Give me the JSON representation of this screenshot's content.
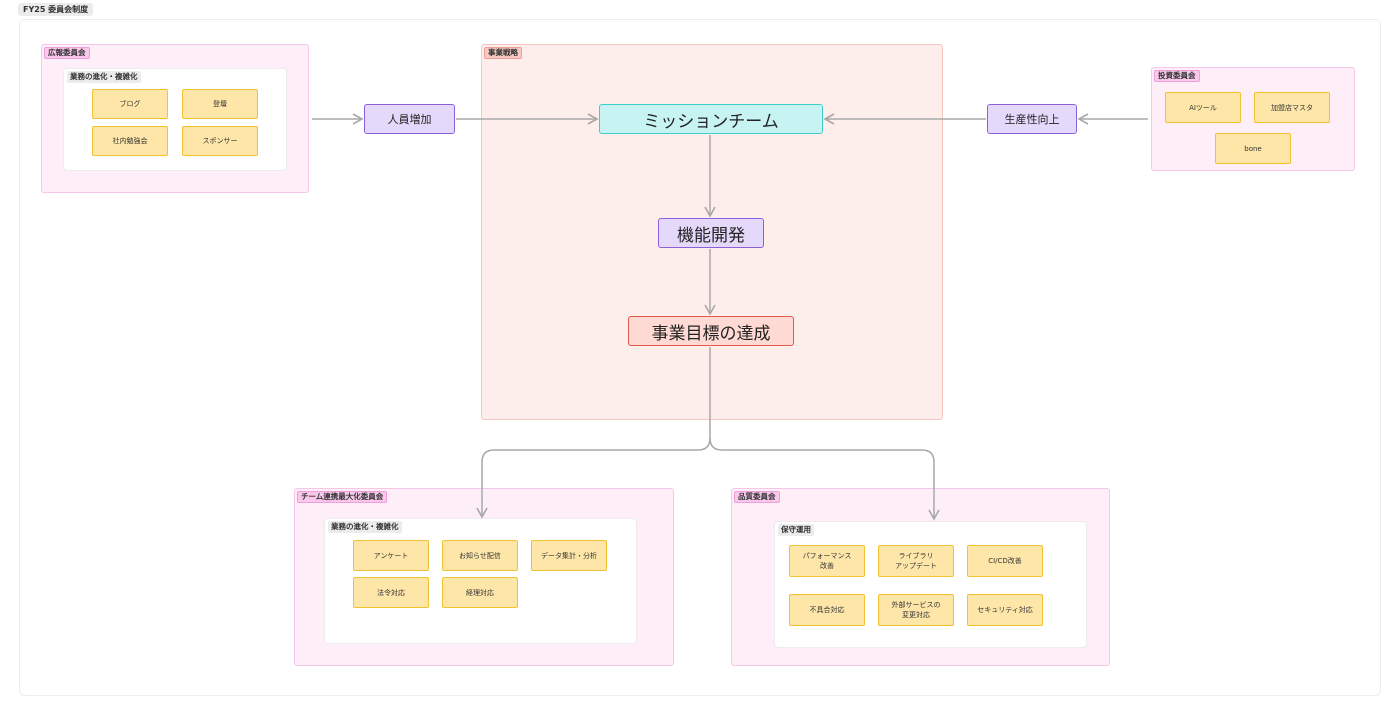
{
  "page": {
    "title": "FY25 委員会制度"
  },
  "sections": {
    "kouhou": {
      "label": "広報委員会",
      "group": {
        "label": "業務の進化・複雑化",
        "items": [
          "ブログ",
          "登壇",
          "社内勉強会",
          "スポンサー"
        ]
      }
    },
    "strategy": {
      "label": "事業戦略"
    },
    "toushi": {
      "label": "投資委員会",
      "items": [
        "AIツール",
        "加盟店マスタ",
        "bone"
      ]
    },
    "team": {
      "label": "チーム連携最大化委員会",
      "group": {
        "label": "業務の進化・複雑化",
        "items": [
          "アンケート",
          "お知らせ配信",
          "データ集計・分析",
          "法令対応",
          "経理対応"
        ]
      }
    },
    "quality": {
      "label": "品質委員会",
      "group": {
        "label": "保守運用",
        "items": [
          "パフォーマンス\n改善",
          "ライブラリ\nアップデート",
          "CI/CD改善",
          "不具合対応",
          "外部サービスの\n変更対応",
          "セキュリティ対応"
        ]
      }
    }
  },
  "nodes": {
    "headcount": "人員増加",
    "mission_team": "ミッションチーム",
    "productivity": "生産性向上",
    "feature_dev": "機能開発",
    "business_goal": "事業目標の達成"
  },
  "colors": {
    "section_fill": "#fdeef8",
    "section_border": "#f3c6ea",
    "strategy_fill": "#fdeeec",
    "note_fill": "#fde6a8",
    "note_border": "#f2c230",
    "purple_node": "#e5d9fb",
    "cyan_node": "#c7f4f2",
    "red_node": "#ffd9d3",
    "edge": "#a8a8a8"
  }
}
